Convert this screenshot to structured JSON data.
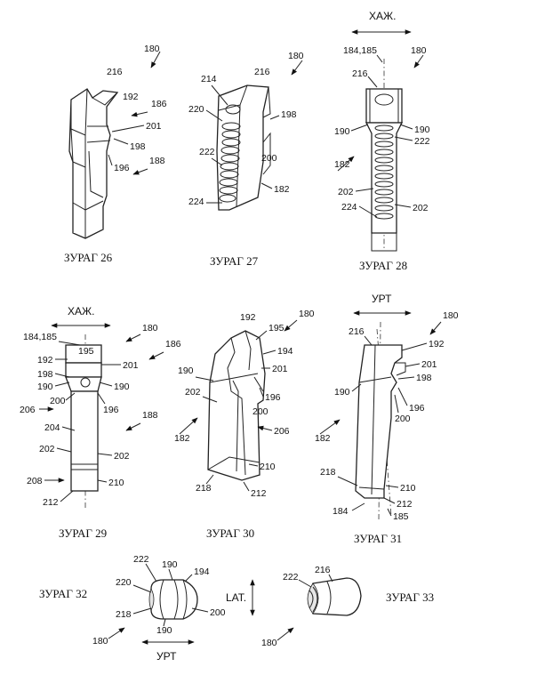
{
  "figures": [
    {
      "id": "fig26",
      "caption": "ЗУРАГ 26",
      "labels": [
        "180",
        "216",
        "192",
        "186",
        "201",
        "198",
        "196",
        "188"
      ]
    },
    {
      "id": "fig27",
      "caption": "ЗУРАГ 27",
      "labels": [
        "180",
        "216",
        "214",
        "220",
        "198",
        "222",
        "200",
        "182",
        "224"
      ]
    },
    {
      "id": "fig28",
      "caption": "ЗУРАГ 28",
      "direction": "ХАЖ.",
      "labels": [
        "184,185",
        "180",
        "216",
        "190",
        "190",
        "222",
        "182",
        "202",
        "224",
        "202"
      ]
    },
    {
      "id": "fig29",
      "caption": "ЗУРАГ 29",
      "direction": "ХАЖ.",
      "labels": [
        "180",
        "184,185",
        "186",
        "195",
        "192",
        "201",
        "198",
        "190",
        "190",
        "200",
        "196",
        "206",
        "188",
        "204",
        "202",
        "202",
        "208",
        "210",
        "212"
      ]
    },
    {
      "id": "fig30",
      "caption": "ЗУРАГ 30",
      "labels": [
        "180",
        "192",
        "195",
        "194",
        "190",
        "201",
        "202",
        "196",
        "200",
        "182",
        "206",
        "210",
        "218",
        "212"
      ]
    },
    {
      "id": "fig31",
      "caption": "ЗУРАГ 31",
      "direction": "УРТ",
      "labels": [
        "180",
        "216",
        "192",
        "201",
        "198",
        "190",
        "196",
        "200",
        "182",
        "218",
        "210",
        "212",
        "184",
        "185"
      ]
    },
    {
      "id": "fig32",
      "caption": "ЗУРАГ 32",
      "direction_vertical": "LAT.",
      "direction": "УРТ",
      "labels": [
        "222",
        "190",
        "194",
        "220",
        "218",
        "200",
        "190",
        "180"
      ]
    },
    {
      "id": "fig33",
      "caption": "ЗУРАГ 33",
      "labels": [
        "222",
        "216",
        "180"
      ]
    }
  ]
}
